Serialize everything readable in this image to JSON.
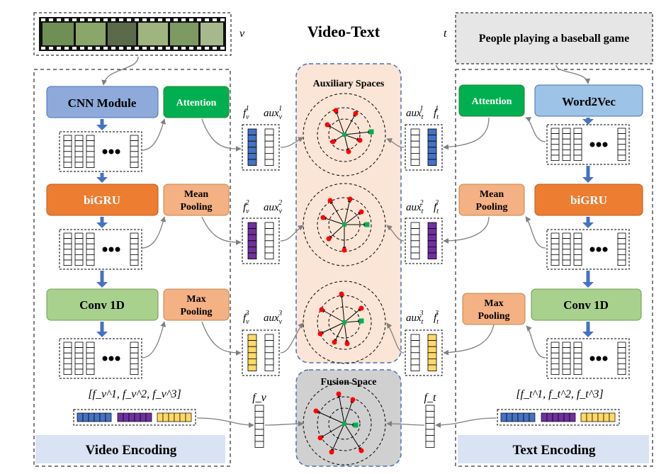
{
  "title": "Video-Text",
  "video_symbol": "v",
  "text_symbol": "t",
  "query_text": "People playing a baseball game",
  "video_branch": {
    "section_label": "Video Encoding",
    "cnn_label": "CNN Module",
    "bigru_label": "biGRU",
    "conv_label": "Conv 1D",
    "attention_label": "Attention",
    "mean_pool_label": [
      "Mean",
      "Pooling"
    ],
    "max_pool_label": [
      "Max",
      "Pooling"
    ],
    "concat_label": "[f_v^1, f_v^2, f_v^3]",
    "fused_label": "f_v"
  },
  "text_branch": {
    "section_label": "Text Encoding",
    "w2v_label": "Word2Vec",
    "bigru_label": "biGRU",
    "conv_label": "Conv 1D",
    "attention_label": "Attention",
    "mean_pool_label": [
      "Mean",
      "Pooling"
    ],
    "max_pool_label": [
      "Max",
      "Pooling"
    ],
    "concat_label": "[f_t^1, f_t^2, f_t^3]",
    "fused_label": "f_t"
  },
  "aux_space_label": "Auxiliary Spaces",
  "fusion_space_label": "Fusion Space",
  "vector_labels": {
    "f": "f",
    "aux": "aux",
    "sub_v": "v",
    "sub_t": "t",
    "levels": [
      "1",
      "2",
      "3"
    ]
  },
  "colors": {
    "cnn": "#8eaadb",
    "w2v": "#9dc3e6",
    "bigru": "#ed7d31",
    "conv": "#a9d18e",
    "attention": "#00b050",
    "pooling": "#f4b183",
    "aux_bg": "#fbe5d6",
    "fusion_bg": "#d0d0d0",
    "encoding_label_bg": "#dae3f3",
    "query_bg": "#e7e6e6",
    "vec_blue": "#4472c4",
    "vec_purple": "#7030a0",
    "vec_yellow": "#ffd966",
    "dot_red": "#ff0000",
    "dot_green": "#00b050",
    "border_blue": "#4a6fb5"
  }
}
